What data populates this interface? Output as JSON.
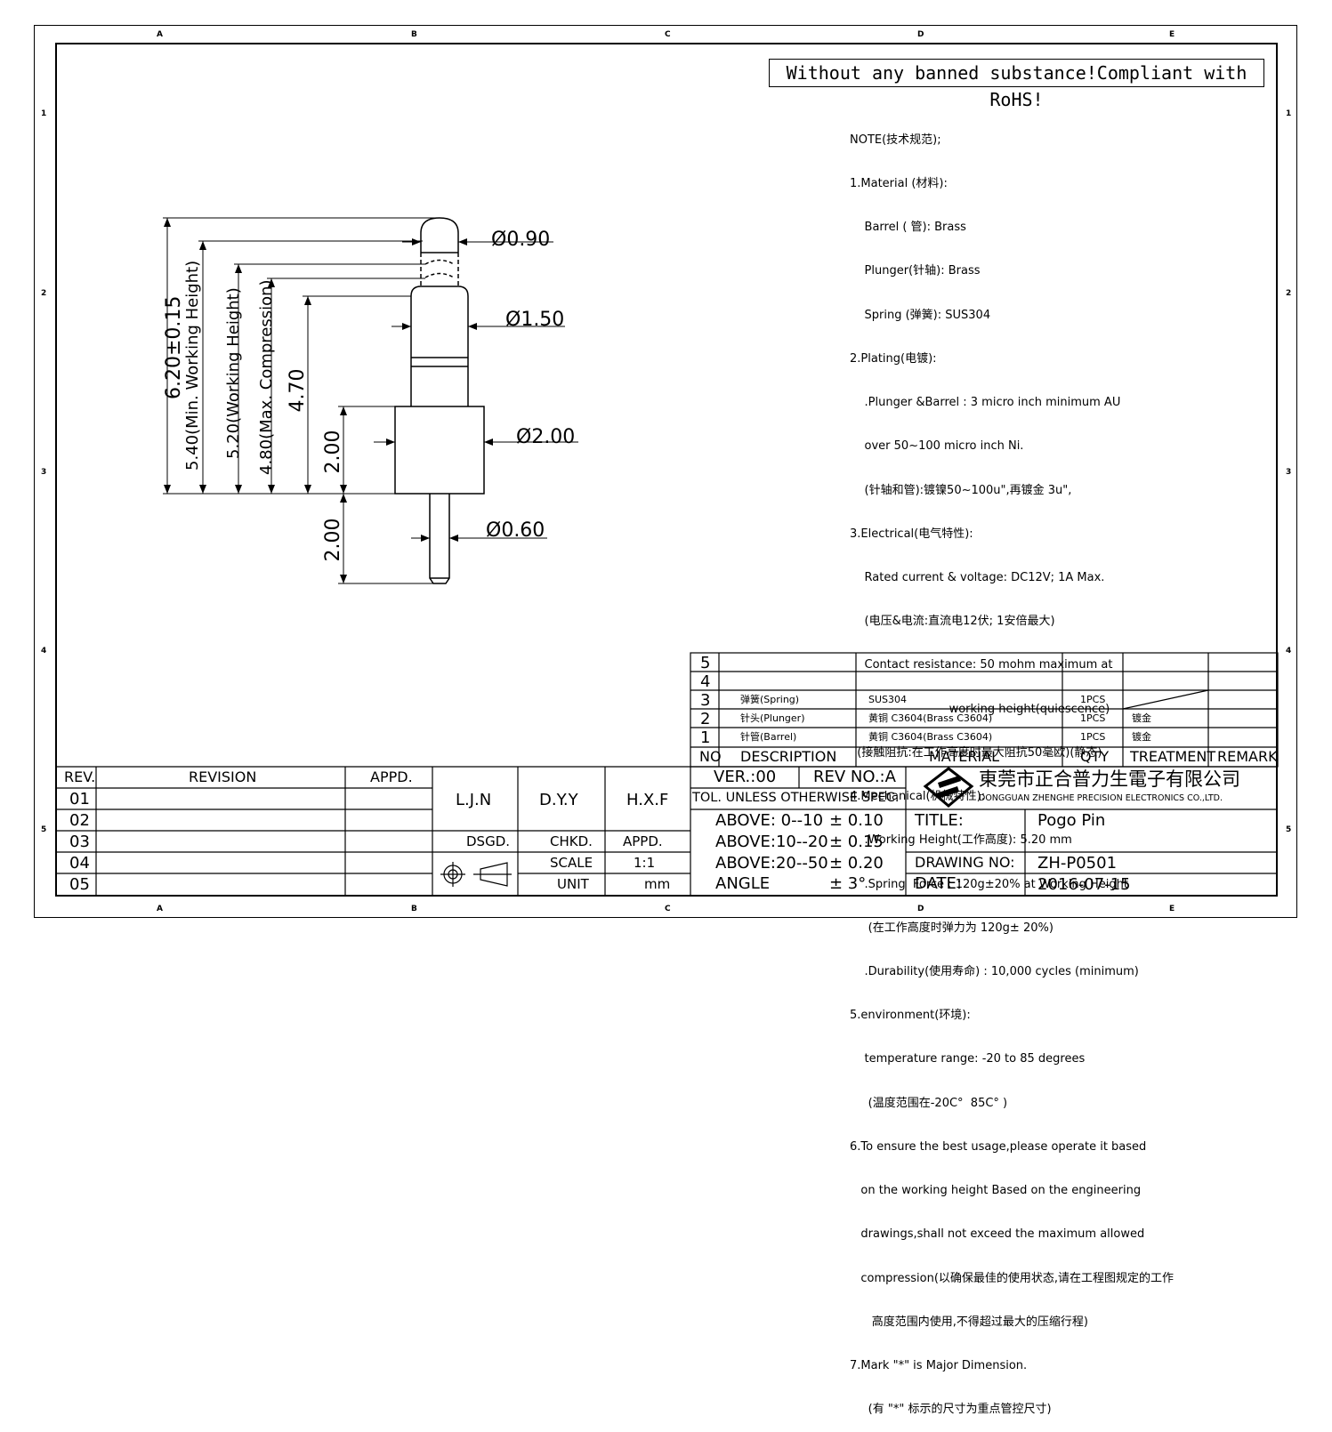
{
  "zones": {
    "cols": [
      "A",
      "B",
      "C",
      "D",
      "E"
    ],
    "rows": [
      "1",
      "2",
      "3",
      "4",
      "5"
    ]
  },
  "banner": "Without any banned substance!Compliant with RoHS!",
  "notes": [
    "NOTE(技术规范);",
    "1.Material (材料):",
    "    Barrel ( 管): Brass",
    "    Plunger(针轴): Brass",
    "    Spring (弹簧): SUS304",
    "2.Plating(电镀):",
    "    .Plunger &Barrel : 3 micro inch minimum AU",
    "    over 50~100 micro inch Ni.",
    "    (针轴和管):镀镍50~100u\",再镀金 3u\",",
    "3.Electrical(电气特性):",
    "    Rated current & voltage: DC12V; 1A Max.",
    "    (电压&电流:直流电12伏; 1安倍最大)",
    "    Contact resistance: 50 mohm maximum at",
    "                           working height(quiescence)",
    "  (接触阻抗:在工作高度时最大阻抗50毫欧)(静态)",
    "4.Mechanical(机械特性):",
    "    .Working Height(工作高度): 5.20 mm",
    "    .Spring  Force : 120g±20% at Working Height",
    "     (在工作高度时弹力为 120g± 20%)",
    "    .Durability(使用寿命) : 10,000 cycles (minimum)",
    "5.environment(环境):",
    "    temperature range: -20 to 85 degrees",
    "     (温度范围在-20C°  85C° )",
    "6.To ensure the best usage,please operate it based",
    "   on the working height Based on the engineering",
    "   drawings,shall not exceed the maximum allowed",
    "   compression(以确保最佳的使用状态,请在工程图规定的工作",
    "      高度范围内使用,不得超过最大的压缩行程)",
    "7.Mark \"*\" is Major Dimension.",
    "     (有 \"*\" 标示的尺寸为重点管控尺寸)"
  ],
  "dims": {
    "d090": "Ø0.90",
    "d150": "Ø1.50",
    "d200": "Ø2.00",
    "d060": "Ø0.60",
    "total": "6.20±0.15",
    "min_wh": "5.40(Min. Working Height)",
    "wh": "5.20(Working Height)",
    "max_c": "4.80(Max. Compression)",
    "l470": "4.70",
    "l200a": "2.00",
    "l200b": "2.00"
  },
  "bom": {
    "rows": [
      {
        "no": "5",
        "desc": "",
        "material": "",
        "qty": "",
        "treat": "",
        "remark": ""
      },
      {
        "no": "4",
        "desc": "",
        "material": "",
        "qty": "",
        "treat": "",
        "remark": ""
      },
      {
        "no": "3",
        "desc": "弹簧(Spring)",
        "material": "SUS304",
        "qty": "1PCS",
        "treat": "",
        "remark": ""
      },
      {
        "no": "2",
        "desc": "针头(Plunger)",
        "material": "黄铜 C3604(Brass C3604)",
        "qty": "1PCS",
        "treat": "镀金",
        "remark": ""
      },
      {
        "no": "1",
        "desc": "针管(Barrel)",
        "material": "黄铜 C3604(Brass C3604)",
        "qty": "1PCS",
        "treat": "镀金",
        "remark": ""
      }
    ],
    "header": {
      "no": "NO",
      "desc": "DESCRIPTION",
      "material": "MATERIAL",
      "qty": "QTY",
      "treat": "TREATMENT",
      "remark": "REMARK"
    }
  },
  "revision": {
    "header": {
      "rev": "REV.",
      "revision": "REVISION",
      "appd": "APPD."
    },
    "rows": [
      "01",
      "02",
      "03",
      "04",
      "05"
    ]
  },
  "signoff": {
    "names": [
      "L.J.N",
      "D.Y.Y",
      "H.X.F"
    ],
    "roles": [
      "DSGD.",
      "CHKD.",
      "APPD."
    ],
    "scale_label": "SCALE",
    "scale_value": "1:1",
    "unit_label": "UNIT",
    "unit_value": "mm"
  },
  "tolerance": {
    "ver": "VER.:00",
    "rev_no": "REV NO.:A",
    "heading": "TOL. UNLESS OTHERWISE SPEC.",
    "lines": [
      {
        "range": "ABOVE: 0--10",
        "tol": "± 0.10"
      },
      {
        "range": "ABOVE:10--20",
        "tol": "± 0.15"
      },
      {
        "range": "ABOVE:20--50",
        "tol": "± 0.20"
      },
      {
        "range": "ANGLE",
        "tol": "± 3°"
      }
    ]
  },
  "company": {
    "name_cn": "東莞市正合普力生電子有限公司",
    "name_en": "DONGGUAN ZHENGHE PRECISION ELECTRONICS CO.,LTD."
  },
  "title_block": {
    "title_label": "TITLE:",
    "title_value": "Pogo Pin",
    "drawing_label": "DRAWING NO:",
    "drawing_value": "ZH-P0501",
    "date_label": "DATE:",
    "date_value": "2016-07-15"
  }
}
